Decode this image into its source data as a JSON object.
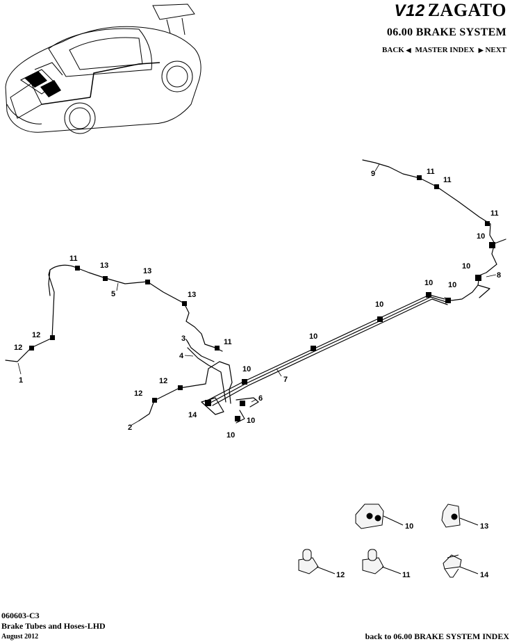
{
  "header": {
    "logo_mark": "V12",
    "logo_text": "ZAGATO",
    "section_title": "06.00 BRAKE SYSTEM",
    "nav": {
      "back": "BACK",
      "master_index": "MASTER INDEX",
      "next": "NEXT"
    }
  },
  "callouts": {
    "c1": "1",
    "c2": "2",
    "c3": "3",
    "c4": "4",
    "c5": "5",
    "c6": "6",
    "c7": "7",
    "c8": "8",
    "c9": "9",
    "c10": "10",
    "c11": "11",
    "c12": "12",
    "c13": "13",
    "c14": "14"
  },
  "footer": {
    "code": "060603-C3",
    "title": "Brake Tubes and Hoses-LHD",
    "date": "August 2012",
    "back_link": "back to 06.00 BRAKE SYSTEM INDEX"
  }
}
